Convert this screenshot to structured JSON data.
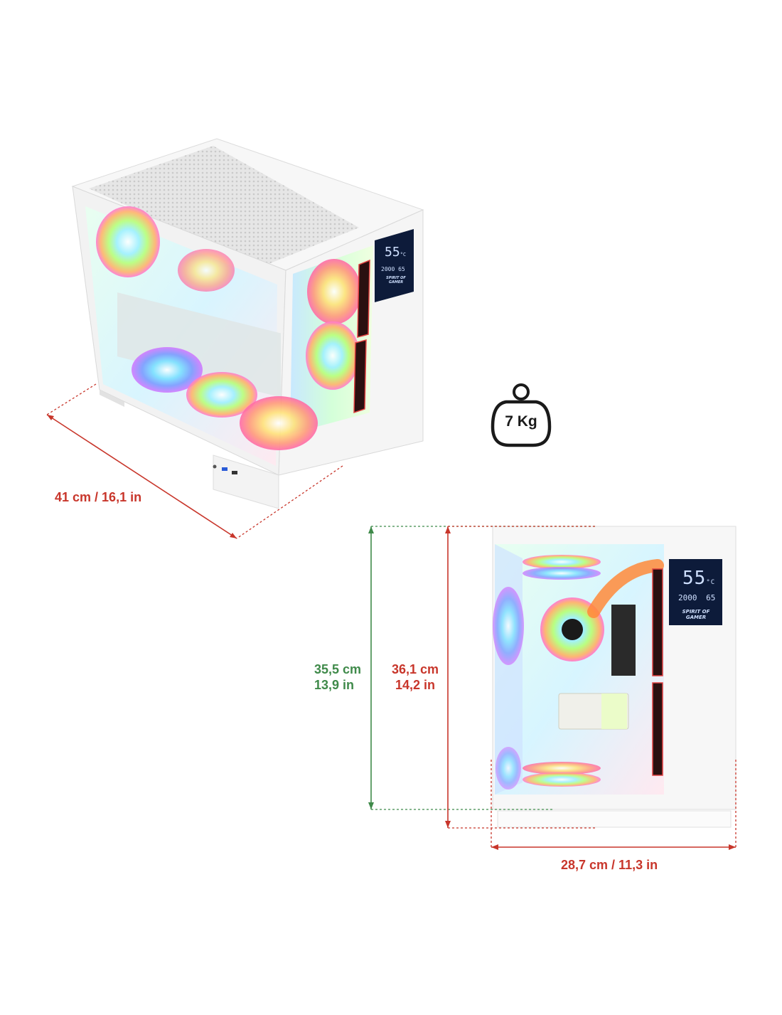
{
  "dimensions": {
    "depth": "41 cm / 16,1 in",
    "height_body_cm": "35,5 cm",
    "height_body_in": "13,9 in",
    "height_total_cm": "36,1 cm",
    "height_total_in": "14,2 in",
    "width": "28,7 cm / 11,3 in"
  },
  "weight": {
    "label": "7 Kg",
    "icon": "weight-bag-icon"
  },
  "lcd": {
    "temp_big": "55",
    "temp_unit": "°C",
    "readout_left": "2000",
    "readout_right": "65",
    "brand": "SPIRIT OF GAMER"
  },
  "colors": {
    "red": "#c8362b",
    "green": "#3f8a4a",
    "case": "#f4f4f4",
    "lcd": "#0d1b3a"
  }
}
